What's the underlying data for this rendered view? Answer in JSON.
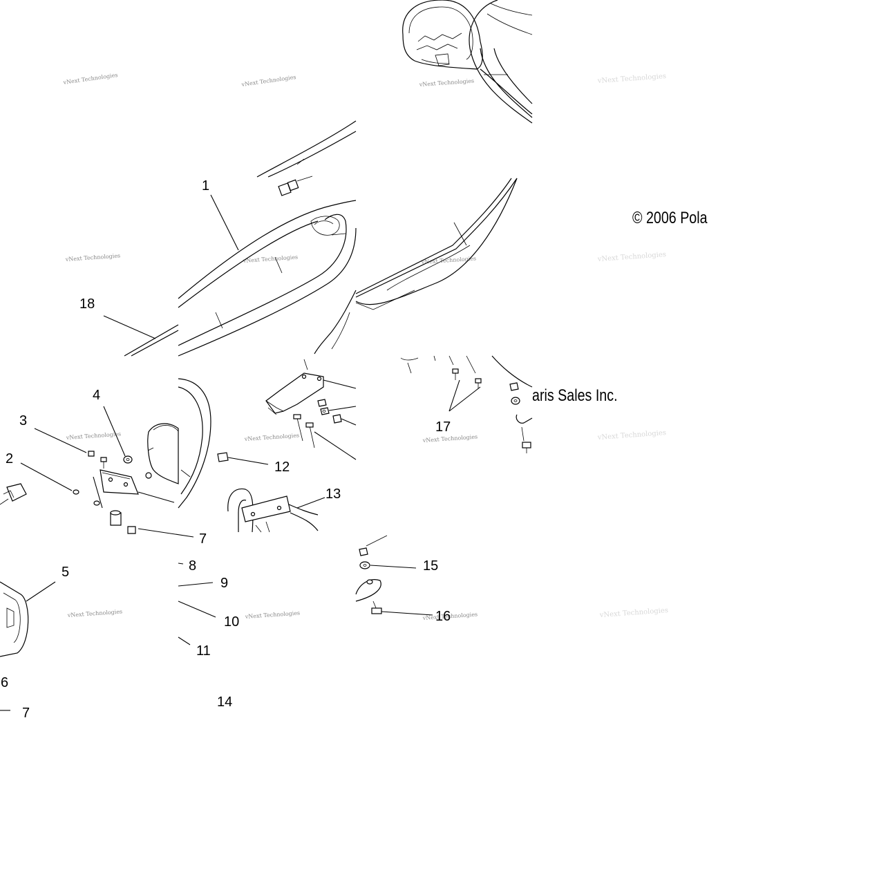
{
  "diagram": {
    "callouts": [
      {
        "id": "1",
        "text": "1"
      },
      {
        "id": "2",
        "text": "2"
      },
      {
        "id": "3",
        "text": "3"
      },
      {
        "id": "4",
        "text": "4"
      },
      {
        "id": "5",
        "text": "5"
      },
      {
        "id": "6",
        "text": "6"
      },
      {
        "id": "7",
        "text": "7"
      },
      {
        "id": "7b",
        "text": "7"
      },
      {
        "id": "8",
        "text": "8"
      },
      {
        "id": "9",
        "text": "9"
      },
      {
        "id": "10",
        "text": "10"
      },
      {
        "id": "11",
        "text": "11"
      },
      {
        "id": "12",
        "text": "12"
      },
      {
        "id": "13",
        "text": "13"
      },
      {
        "id": "14",
        "text": "14"
      },
      {
        "id": "15",
        "text": "15"
      },
      {
        "id": "16",
        "text": "16"
      },
      {
        "id": "17",
        "text": "17"
      },
      {
        "id": "18",
        "text": "18"
      }
    ],
    "copyright_part1": "© 2006 Pola",
    "copyright_part2": "aris Sales Inc.",
    "watermark": "vNext Technologies"
  }
}
